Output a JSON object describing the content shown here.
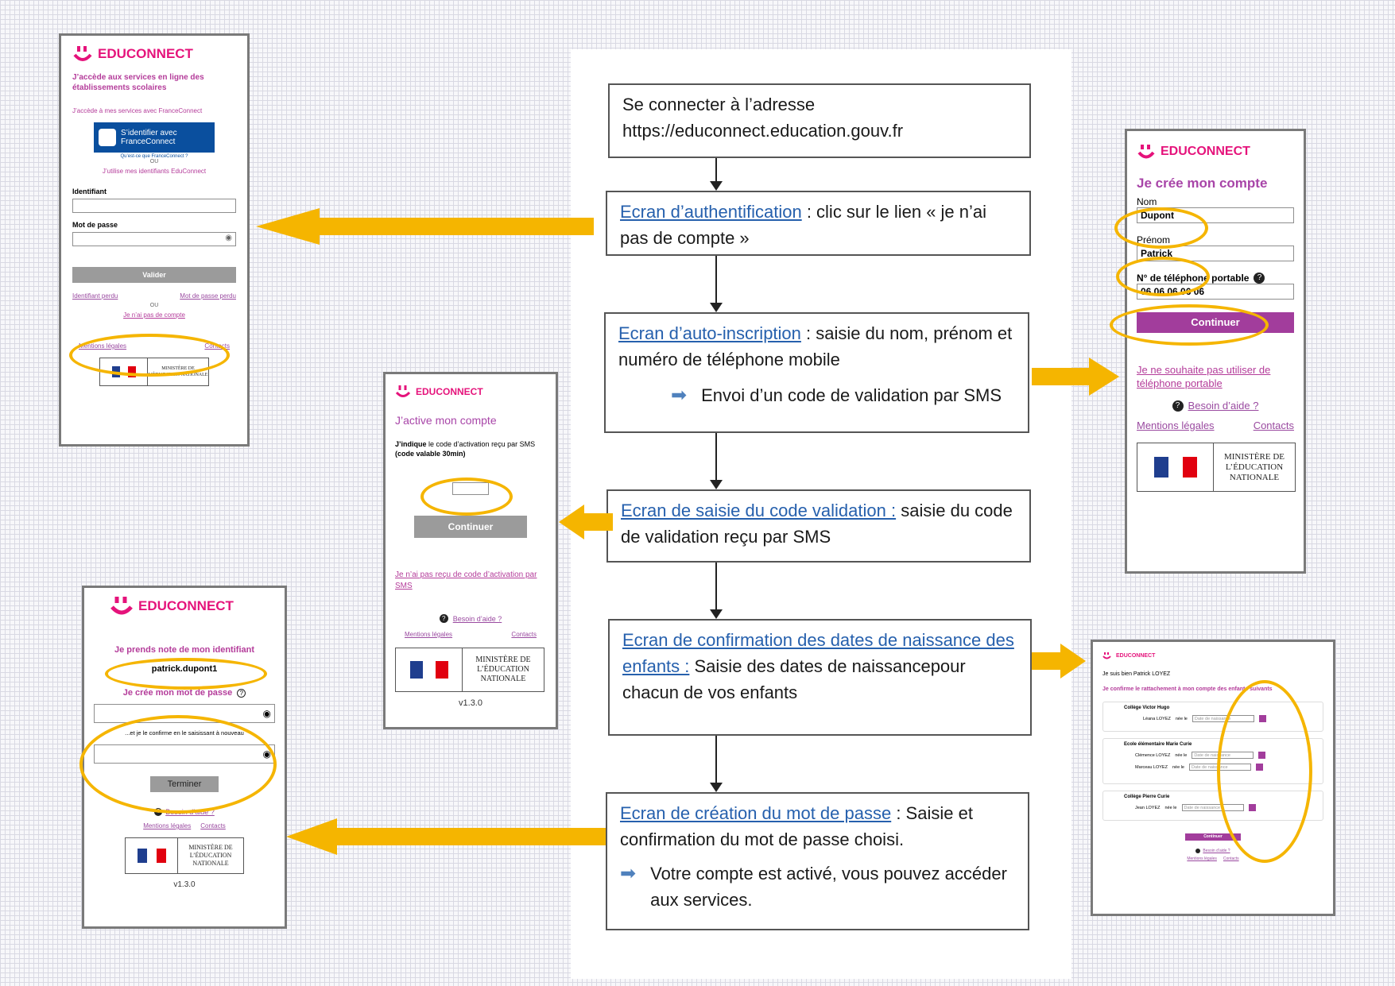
{
  "steps": {
    "s1": {
      "line1": "Se connecter à l’adresse",
      "line2": "https://educonnect.education.gouv.fr"
    },
    "s2": {
      "link": "Ecran d’authentification",
      "text": " : clic sur le lien « je n’ai pas de compte »"
    },
    "s3": {
      "link": "Ecran d’auto-inscription",
      "text": " : saisie du nom, prénom et numéro de téléphone mobile",
      "sub": "Envoi d’un code de validation par SMS"
    },
    "s4": {
      "link": "Ecran de saisie du code validation :",
      "text": "  saisie du code de validation reçu par SMS"
    },
    "s5": {
      "link": "Ecran de confirmation des dates de naissance des enfants :",
      "text": " Saisie des dates de naissancepour chacun de vos enfants"
    },
    "s6": {
      "link": "Ecran de création du mot de passe",
      "text": " :  Saisie et confirmation du mot de passe choisi.",
      "sub": "Votre compte est activé, vous pouvez accéder aux services."
    }
  },
  "brand": {
    "name": "EDUCONNECT",
    "ministry": "MINISTÈRE DE L’ÉDUCATION NATIONALE",
    "help": "Besoin d’aide ?",
    "legal": "Mentions légales",
    "contacts": "Contacts"
  },
  "auth_screen": {
    "tagline": "J’accède aux services en ligne des établissements scolaires",
    "fc_intro": "J’accède à mes services avec FranceConnect",
    "fc_button": "S’identifier avec FranceConnect",
    "fc_what": "Qu’est-ce que FranceConnect ?",
    "or": "OU",
    "ec_intro": "J’utilise mes identifiants EduConnect",
    "id_label": "Identifiant",
    "pwd_label": "Mot de passe",
    "validate": "Valider",
    "id_lost": "Identifiant perdu",
    "pwd_lost": "Mot de passe perdu",
    "or2": "OU",
    "no_account": "Je n’ai pas de compte"
  },
  "create_screen": {
    "title": "Je crée mon compte",
    "nom_label": "Nom",
    "nom_value": "Dupont",
    "prenom_label": "Prénom",
    "prenom_value": "Patrick",
    "phone_label": "N° de téléphone portable",
    "phone_value": "06 06 06 06 06",
    "continue": "Continuer",
    "no_phone": "Je ne souhaite pas utiliser de téléphone portable"
  },
  "activate_screen": {
    "title": "J’active mon compte",
    "instr_bold": "J’indique",
    "instr": " le code d’activation reçu par SMS ",
    "instr_valid": "(code valable 30min)",
    "continue": "Continuer",
    "not_received": "Je n’ai pas reçu de code d’activation par SMS",
    "version": "v1.3.0"
  },
  "children_screen": {
    "hello": "Je suis bien Patrick LOYEZ",
    "confirm": "Je confirme le rattachement à mon compte des enfants suivants",
    "groups": [
      {
        "school": "Collège Victor Hugo",
        "kids": [
          {
            "name": "Léana LOYEZ",
            "born": "née le",
            "ph": "Date de naissance"
          }
        ]
      },
      {
        "school": "Ecole élémentaire  Marie Curie",
        "kids": [
          {
            "name": "Clémence LOYEZ",
            "born": "née le",
            "ph": "Date de naissance"
          },
          {
            "name": "Marceau LOYEZ",
            "born": "née le",
            "ph": "Date de naissance"
          }
        ]
      },
      {
        "school": "Collège  Pierre Curie",
        "kids": [
          {
            "name": "Jean  LOYEZ",
            "born": "née le",
            "ph": "Date de naissance"
          }
        ]
      }
    ],
    "continue": "Continuer"
  },
  "password_screen": {
    "title": "Je prends note de mon identifiant",
    "identifier": "patrick.dupont1",
    "create_pwd": "Je crée mon mot de passe",
    "confirm_pwd": "...et je le confirme en le saisissant à nouveau",
    "finish": "Terminer",
    "version": "v1.3.0"
  },
  "colors": {
    "accent_orange": "#f5b500",
    "brand_pink": "#e5137b",
    "link_blue": "#2660ad",
    "purple": "#a23d9c"
  }
}
